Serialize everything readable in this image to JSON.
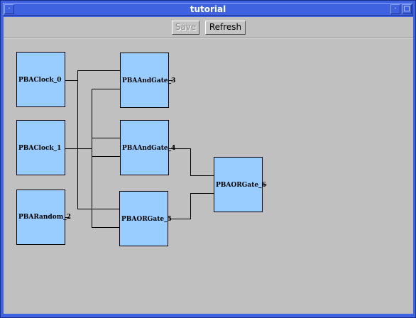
{
  "window": {
    "title": "tutorial",
    "menu_glyph": "·",
    "minimize_glyph": "·",
    "maximize_glyph": "□"
  },
  "toolbar": {
    "save_label": "Save",
    "refresh_label": "Refresh"
  },
  "nodes": [
    {
      "id": "clock0",
      "label": "PBAClock_0"
    },
    {
      "id": "clock1",
      "label": "PBAClock_1"
    },
    {
      "id": "random2",
      "label": "PBARandom_2"
    },
    {
      "id": "and3",
      "label": "PBAAndGate_3"
    },
    {
      "id": "and4",
      "label": "PBAAndGate_4"
    },
    {
      "id": "or5",
      "label": "PBAORGate_5"
    },
    {
      "id": "or6",
      "label": "PBAORGate_6"
    }
  ],
  "colors": {
    "node_fill": "#99ccff",
    "canvas_bg": "#c0c0c0",
    "titlebar": "#3f63e0"
  }
}
